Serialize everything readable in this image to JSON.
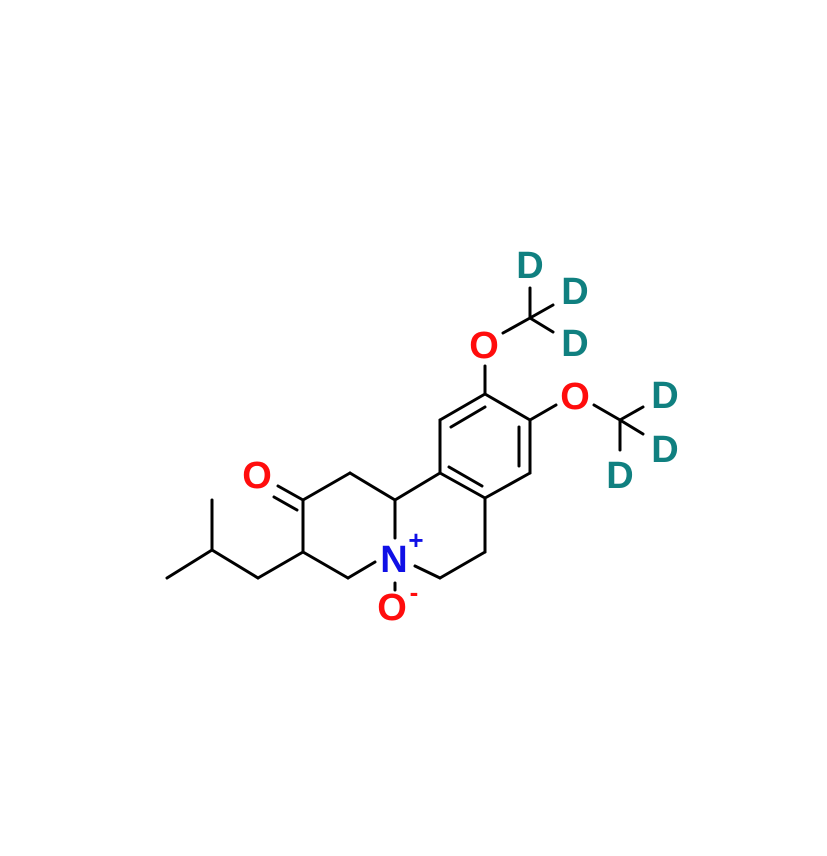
{
  "diagram": {
    "type": "chemical-structure",
    "colors": {
      "bond": "#000000",
      "oxygen": "#ff0d0d",
      "nitrogen": "#1010e6",
      "deuterium": "#108080"
    },
    "atoms": {
      "ketone_o": {
        "label": "O"
      },
      "n_oxide_n": {
        "label": "N",
        "charge": "+"
      },
      "n_oxide_o": {
        "label": "O",
        "charge": "-"
      },
      "methoxy1_o": {
        "label": "O"
      },
      "methoxy2_o": {
        "label": "O"
      },
      "d1": {
        "label": "D"
      },
      "d2": {
        "label": "D"
      },
      "d3": {
        "label": "D"
      },
      "d4": {
        "label": "D"
      },
      "d5": {
        "label": "D"
      },
      "d6": {
        "label": "D"
      }
    }
  }
}
